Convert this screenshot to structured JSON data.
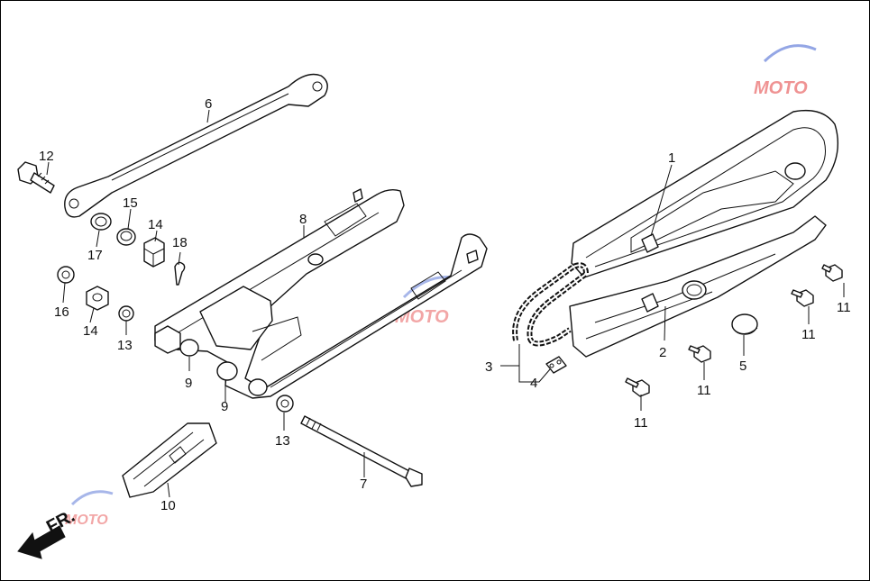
{
  "diagram": {
    "direction_label": "FR.",
    "watermark_text": "MOTO",
    "accent_colors": {
      "watermark_red": "#e33b3b",
      "watermark_blue": "#3d5fd0"
    },
    "callouts": [
      {
        "id": "1",
        "text": "1"
      },
      {
        "id": "2",
        "text": "2"
      },
      {
        "id": "3",
        "text": "3"
      },
      {
        "id": "4",
        "text": "4"
      },
      {
        "id": "5",
        "text": "5"
      },
      {
        "id": "6",
        "text": "6"
      },
      {
        "id": "7",
        "text": "7"
      },
      {
        "id": "8",
        "text": "8"
      },
      {
        "id": "9a",
        "text": "9"
      },
      {
        "id": "9b",
        "text": "9"
      },
      {
        "id": "10",
        "text": "10"
      },
      {
        "id": "11a",
        "text": "11"
      },
      {
        "id": "11b",
        "text": "11"
      },
      {
        "id": "11c",
        "text": "11"
      },
      {
        "id": "11d",
        "text": "11"
      },
      {
        "id": "12",
        "text": "12"
      },
      {
        "id": "13a",
        "text": "13"
      },
      {
        "id": "13b",
        "text": "13"
      },
      {
        "id": "14a",
        "text": "14"
      },
      {
        "id": "14b",
        "text": "14"
      },
      {
        "id": "15",
        "text": "15"
      },
      {
        "id": "16",
        "text": "16"
      },
      {
        "id": "17",
        "text": "17"
      },
      {
        "id": "18",
        "text": "18"
      }
    ]
  }
}
